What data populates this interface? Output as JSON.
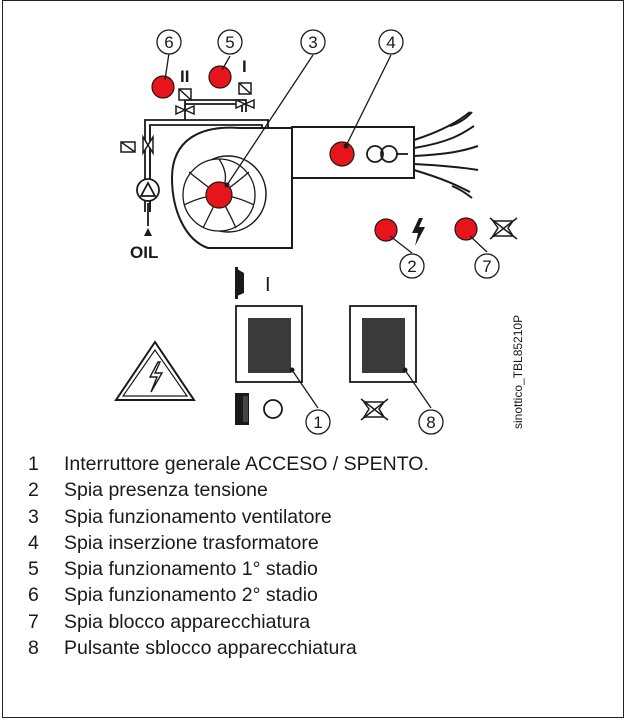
{
  "colors": {
    "lamp": "#e8141b",
    "line": "#1a1a1a",
    "panel": "#3a3a3a"
  },
  "diagram": {
    "callouts": [
      "1",
      "2",
      "3",
      "4",
      "5",
      "6",
      "7",
      "8"
    ],
    "stage_labels": {
      "stage_two": "II",
      "stage_one": "I"
    },
    "oil_label": "OIL",
    "switch_on_symbol": "I",
    "vertical_code": "sinottico_TBL85210P",
    "icons": [
      "valve-icon",
      "pump-icon",
      "fan-icon",
      "transformer-icon",
      "flame-icon",
      "voltage-icon",
      "lockout-icon",
      "warning-triangle-icon",
      "switch-icon"
    ]
  },
  "legend": [
    {
      "num": "1",
      "text": "Interruttore generale ACCESO / SPENTO."
    },
    {
      "num": "2",
      "text": "Spia presenza tensione"
    },
    {
      "num": "3",
      "text": "Spia funzionamento ventilatore"
    },
    {
      "num": "4",
      "text": "Spia inserzione trasformatore"
    },
    {
      "num": "5",
      "text": "Spia funzionamento 1° stadio"
    },
    {
      "num": "6",
      "text": "Spia funzionamento 2° stadio"
    },
    {
      "num": "7",
      "text": "Spia blocco apparecchiatura"
    },
    {
      "num": "8",
      "text": "Pulsante sblocco apparecchiatura"
    }
  ]
}
